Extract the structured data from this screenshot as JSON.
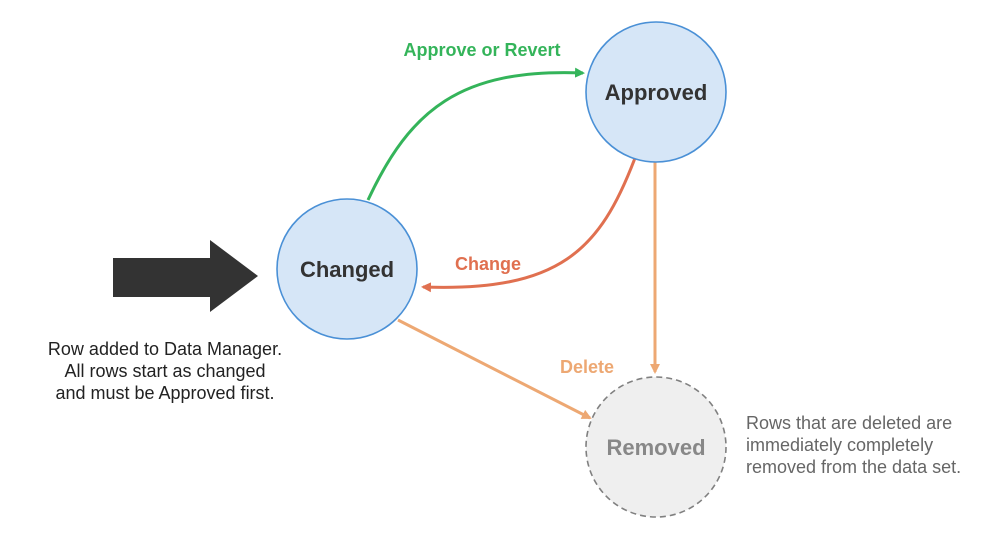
{
  "states": {
    "approved": {
      "label": "Approved",
      "fill": "#d6e6f7",
      "stroke": "#4a90d6",
      "text_color": "#333333"
    },
    "changed": {
      "label": "Changed",
      "fill": "#d6e6f7",
      "stroke": "#4a90d6",
      "text_color": "#333333"
    },
    "removed": {
      "label": "Removed",
      "fill": "#efefef",
      "stroke": "#808080",
      "text_color": "#888888",
      "border_style": "dashed"
    }
  },
  "transitions": {
    "approve_or_revert": {
      "label": "Approve or Revert",
      "from": "Changed",
      "to": "Approved",
      "color": "#34b45a"
    },
    "change": {
      "label": "Change",
      "from": "Approved",
      "to": "Changed",
      "color": "#e07050"
    },
    "delete": {
      "label": "Delete",
      "from": "Changed",
      "to": "Removed",
      "color": "#eda873"
    },
    "approved_to_removed": {
      "label": "",
      "from": "Approved",
      "to": "Removed",
      "color": "#eda873"
    }
  },
  "entry_arrow": {
    "color": "#333333"
  },
  "notes": {
    "start": {
      "lines": [
        "Row added to Data Manager.",
        "All rows start as changed",
        "and must be Approved first."
      ]
    },
    "removed": {
      "lines": [
        "Rows that are deleted are",
        "immediately completely",
        "removed from the data set."
      ]
    }
  }
}
